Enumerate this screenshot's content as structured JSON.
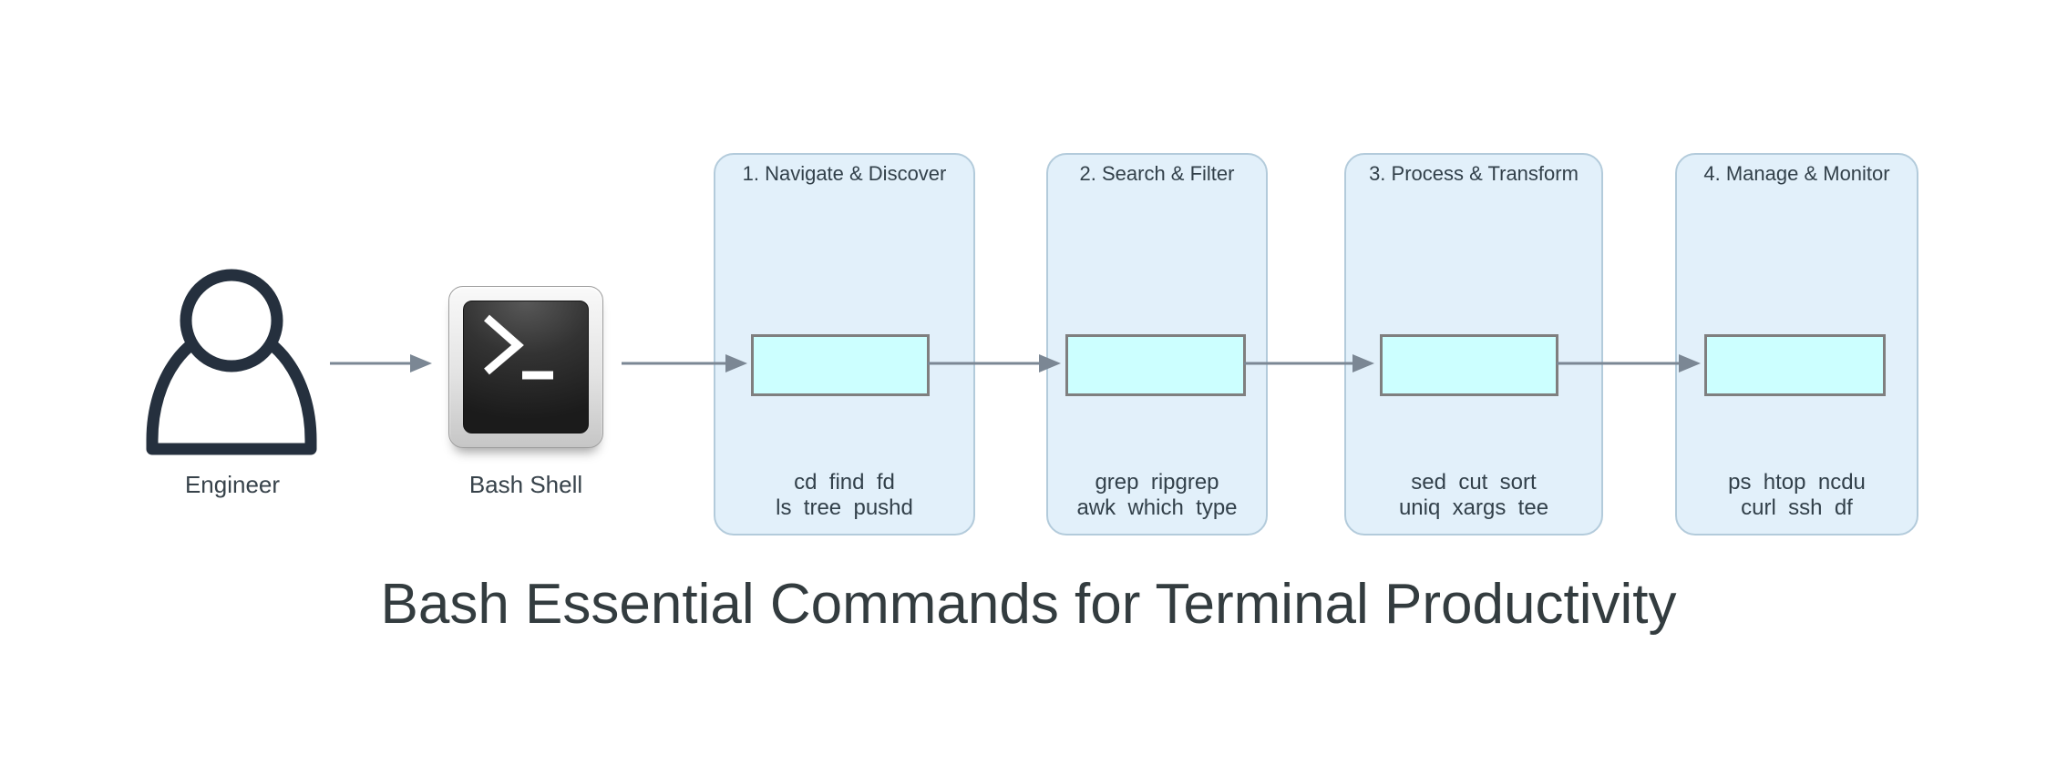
{
  "title": "Bash Essential Commands for Terminal Productivity",
  "actors": {
    "engineer": {
      "label": "Engineer",
      "icon": "person-icon"
    },
    "shell": {
      "label": "Bash Shell",
      "icon": "terminal-icon"
    }
  },
  "stages": [
    {
      "title": "1. Navigate & Discover",
      "commands_line1": "cd  find  fd",
      "commands_line2": "ls  tree  pushd"
    },
    {
      "title": "2. Search & Filter",
      "commands_line1": "grep  ripgrep",
      "commands_line2": "awk  which  type"
    },
    {
      "title": "3. Process & Transform",
      "commands_line1": "sed  cut  sort",
      "commands_line2": "uniq  xargs  tee"
    },
    {
      "title": "4. Manage & Monitor",
      "commands_line1": "ps  htop  ncdu",
      "commands_line2": "curl  ssh  df"
    }
  ],
  "colors": {
    "stage_box_fill": "#e2f0fa",
    "stage_box_border": "#b3cbdb",
    "inner_rect_fill": "#ccffff",
    "inner_rect_border": "#7f7f7f",
    "arrow": "#7b8794",
    "text": "#32404a",
    "person_outline": "#25303e",
    "terminal_screen": "#1b1b1b"
  }
}
